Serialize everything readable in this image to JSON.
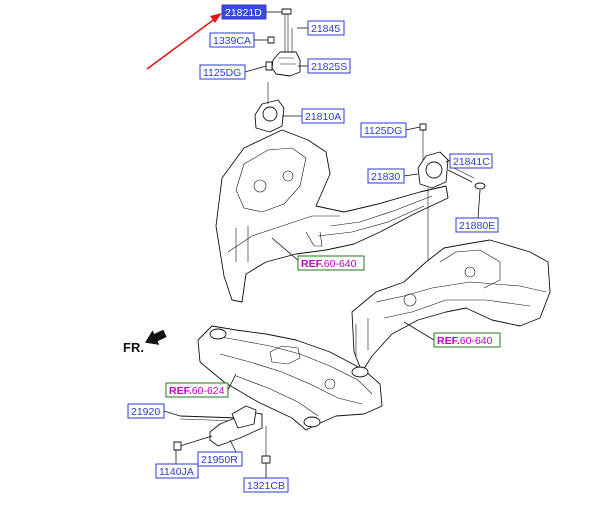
{
  "diagram": {
    "labels": [
      {
        "id": "21821D",
        "text": "21821D",
        "highlighted": true
      },
      {
        "id": "21845",
        "text": "21845"
      },
      {
        "id": "1339CA",
        "text": "1339CA"
      },
      {
        "id": "1125DG_a",
        "text": "1125DG"
      },
      {
        "id": "21825S",
        "text": "21825S"
      },
      {
        "id": "21810A",
        "text": "21810A"
      },
      {
        "id": "1125DG_b",
        "text": "1125DG"
      },
      {
        "id": "21841C",
        "text": "21841C"
      },
      {
        "id": "21830",
        "text": "21830"
      },
      {
        "id": "21880E",
        "text": "21880E"
      },
      {
        "id": "21920",
        "text": "21920"
      },
      {
        "id": "21950R",
        "text": "21950R"
      },
      {
        "id": "1140JA",
        "text": "1140JA"
      },
      {
        "id": "1321CB",
        "text": "1321CB"
      }
    ],
    "refs": [
      {
        "id": "ref1",
        "prefix": "REF.",
        "number": "60-640"
      },
      {
        "id": "ref2",
        "prefix": "REF.",
        "number": "60-640"
      },
      {
        "id": "ref3",
        "prefix": "REF.",
        "number": "60-624"
      }
    ],
    "front_label": "FR.",
    "colors": {
      "label_blue": "#2b3bd6",
      "highlight_fill": "#3b4be0",
      "ref_magenta": "#c000c0",
      "ref_green": "#1f7a1f",
      "arrow_red": "#e01818"
    }
  }
}
